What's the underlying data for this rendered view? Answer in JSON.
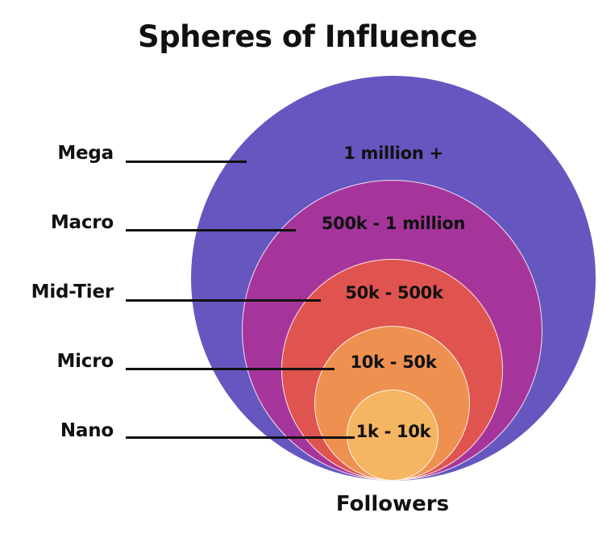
{
  "title": "Spheres of Influence",
  "footer": "Followers",
  "chart_data": {
    "type": "nested-circles",
    "title": "Spheres of Influence",
    "xlabel": "Followers",
    "tiers": [
      {
        "name": "Mega",
        "range": "1 million +",
        "color": "#6557BF"
      },
      {
        "name": "Macro",
        "range": "500k - 1 million",
        "color": "#A6359B"
      },
      {
        "name": "Mid-Tier",
        "range": "50k - 500k",
        "color": "#E0544F"
      },
      {
        "name": "Micro",
        "range": "10k - 50k",
        "color": "#EE9150"
      },
      {
        "name": "Nano",
        "range": "1k - 10k",
        "color": "#F5B563"
      }
    ]
  },
  "tiers": [
    {
      "name": "Mega",
      "range": "1 million +",
      "color": "#6557BF"
    },
    {
      "name": "Macro",
      "range": "500k - 1 million",
      "color": "#A6359B"
    },
    {
      "name": "Mid-Tier",
      "range": "50k - 500k",
      "color": "#E0544F"
    },
    {
      "name": "Micro",
      "range": "10k - 50k",
      "color": "#EE9150"
    },
    {
      "name": "Nano",
      "range": "1k - 10k",
      "color": "#F5B563"
    }
  ]
}
